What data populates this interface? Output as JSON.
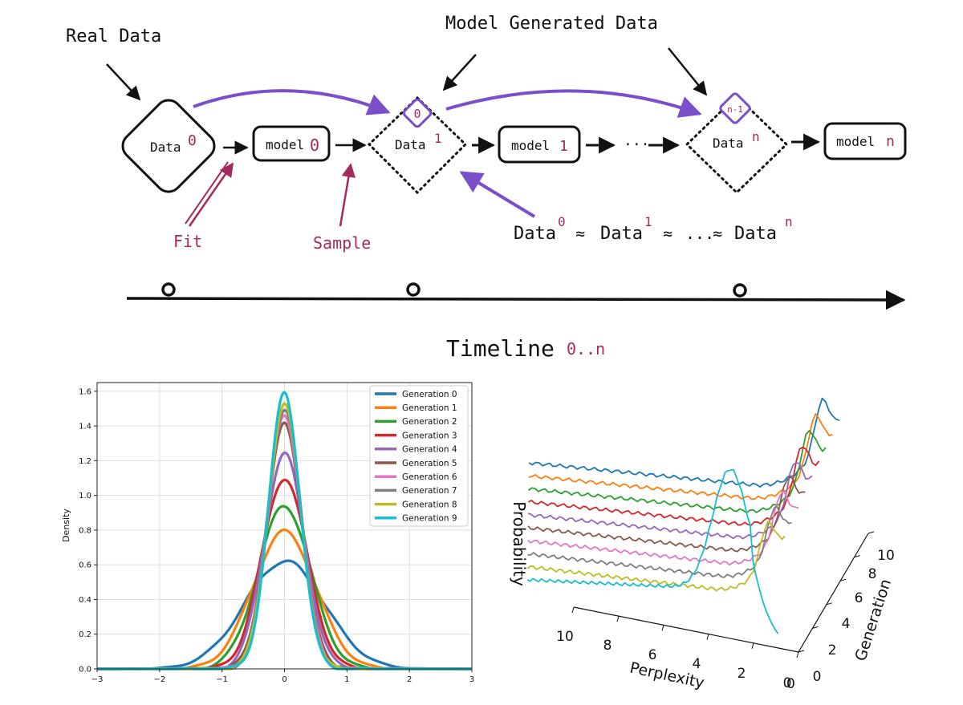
{
  "diagram": {
    "real_data_label": "Real Data",
    "model_generated_label": "Model Generated Data",
    "data_nodes": [
      {
        "base": "Data",
        "sup": "0"
      },
      {
        "base": "Data",
        "sup": "1"
      },
      {
        "base": "Data",
        "sup": "n"
      }
    ],
    "model_nodes": [
      {
        "base": "model",
        "idx": "0"
      },
      {
        "base": "model",
        "idx": "1"
      },
      {
        "base": "model",
        "idx": "n"
      }
    ],
    "small_diamond_labels": [
      "0",
      "n-1"
    ],
    "ellipsis": "···",
    "fit_label": "Fit",
    "sample_label": "Sample",
    "equation": {
      "terms": [
        {
          "base": "Data",
          "sup": "0"
        },
        {
          "base": "Data",
          "sup": "1"
        },
        {
          "base": "Data",
          "sup": "n"
        }
      ],
      "approx": "≈",
      "ellipsis": "..."
    },
    "timeline_label": "Timeline",
    "timeline_range": "0..n",
    "colors": {
      "purple": "#7b4fc9",
      "maroon": "#a3295e",
      "ink": "#111111"
    }
  },
  "chart_data": [
    {
      "type": "line",
      "ylabel": "Density",
      "xlabel": "",
      "xlim": [
        -3,
        3
      ],
      "ylim": [
        0,
        1.65
      ],
      "xticks": [
        -3,
        -2,
        -1,
        0,
        1,
        2,
        3
      ],
      "xtick_labels": [
        "−3",
        "−2",
        "−1",
        "0",
        "1",
        "2",
        "3"
      ],
      "yticks": [
        0.0,
        0.2,
        0.4,
        0.6,
        0.8,
        1.0,
        1.2,
        1.4,
        1.6
      ],
      "ytick_labels": [
        "0.0",
        "0.2",
        "0.4",
        "0.6",
        "0.8",
        "1.0",
        "1.2",
        "1.4",
        "1.6"
      ],
      "grid": true,
      "legend_position": "top-right",
      "series": [
        {
          "name": "Generation 0",
          "color": "#1f77b4",
          "peak": 0.62,
          "sigma": 0.64
        },
        {
          "name": "Generation 1",
          "color": "#ff7f0e",
          "peak": 0.79,
          "sigma": 0.5
        },
        {
          "name": "Generation 2",
          "color": "#2ca02c",
          "peak": 0.94,
          "sigma": 0.42
        },
        {
          "name": "Generation 3",
          "color": "#d62728",
          "peak": 1.1,
          "sigma": 0.36
        },
        {
          "name": "Generation 4",
          "color": "#9467bd",
          "peak": 1.24,
          "sigma": 0.32
        },
        {
          "name": "Generation 5",
          "color": "#8c564b",
          "peak": 1.41,
          "sigma": 0.28
        },
        {
          "name": "Generation 6",
          "color": "#e377c2",
          "peak": 1.47,
          "sigma": 0.27
        },
        {
          "name": "Generation 7",
          "color": "#7f7f7f",
          "peak": 1.5,
          "sigma": 0.265
        },
        {
          "name": "Generation 8",
          "color": "#bcbd22",
          "peak": 1.52,
          "sigma": 0.26
        },
        {
          "name": "Generation 9",
          "color": "#17becf",
          "peak": 1.59,
          "sigma": 0.25
        }
      ]
    },
    {
      "type": "line",
      "projection": "3d",
      "xlabel": "Perplexity",
      "ylabel": "Generation",
      "zlabel": "Probability",
      "xticks": [
        "10",
        "8",
        "6",
        "4",
        "2",
        "0"
      ],
      "yticks": [
        "0",
        "2",
        "4",
        "6",
        "8",
        "10"
      ],
      "series_colors": [
        "#1f77b4",
        "#ff7f0e",
        "#2ca02c",
        "#d62728",
        "#9467bd",
        "#8c564b",
        "#e377c2",
        "#7f7f7f",
        "#bcbd22",
        "#17becf"
      ]
    }
  ]
}
